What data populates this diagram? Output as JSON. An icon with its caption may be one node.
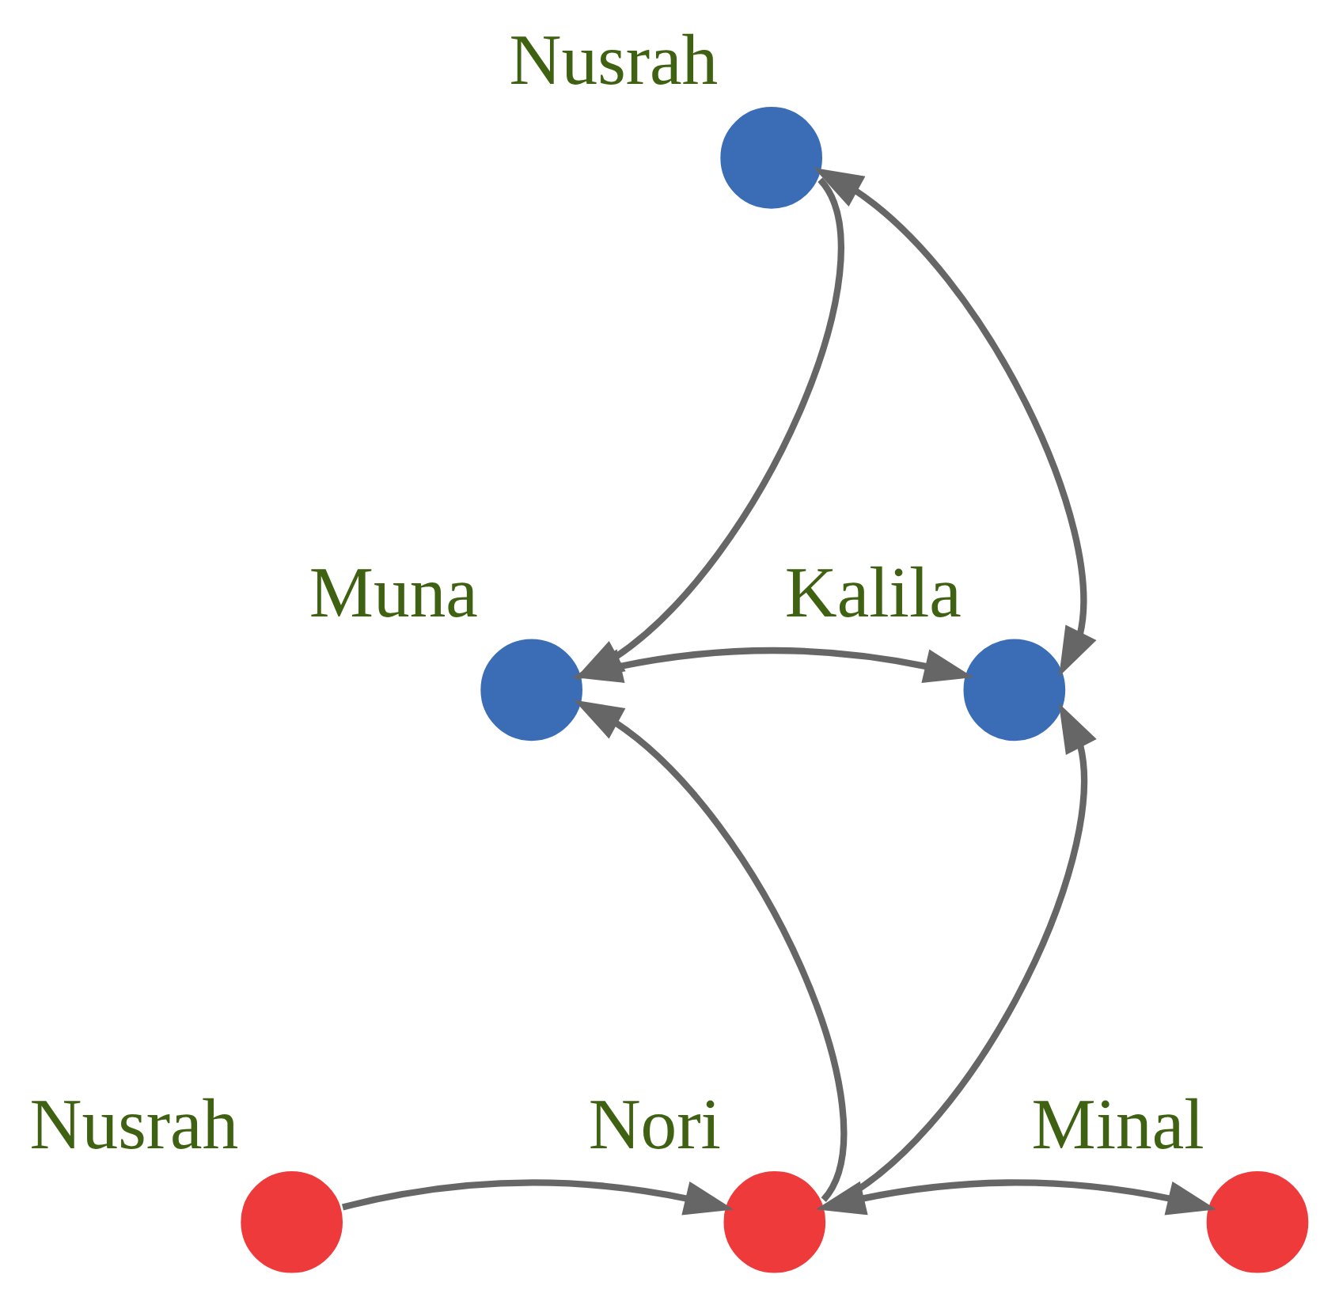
{
  "diagram": {
    "nodes": [
      {
        "text": [],
        "shape": "circle",
        "beside": [
          "Nusrah"
        ]
      },
      {
        "text": [],
        "shape": "circle",
        "beside": [
          "Muna"
        ]
      },
      {
        "text": [],
        "shape": "circle",
        "beside": [
          "Kalila"
        ]
      },
      {
        "text": [],
        "shape": "circle",
        "beside": [
          "Nusrah"
        ]
      },
      {
        "text": [],
        "shape": "circle",
        "beside": [
          "Nori"
        ]
      },
      {
        "text": [],
        "shape": "circle",
        "beside": [
          "Minal"
        ]
      }
    ],
    "edges": [
      {
        "from": 0,
        "to": 1,
        "arrow": "to"
      },
      {
        "from": 0,
        "to": 2,
        "arrow": "both"
      },
      {
        "from": 1,
        "to": 2,
        "arrow": "both"
      },
      {
        "from": 4,
        "to": 1,
        "arrow": "to"
      },
      {
        "from": 4,
        "to": 2,
        "arrow": "to"
      },
      {
        "from": 3,
        "to": 4,
        "arrow": "to"
      },
      {
        "from": 4,
        "to": 5,
        "arrow": "both"
      }
    ]
  }
}
